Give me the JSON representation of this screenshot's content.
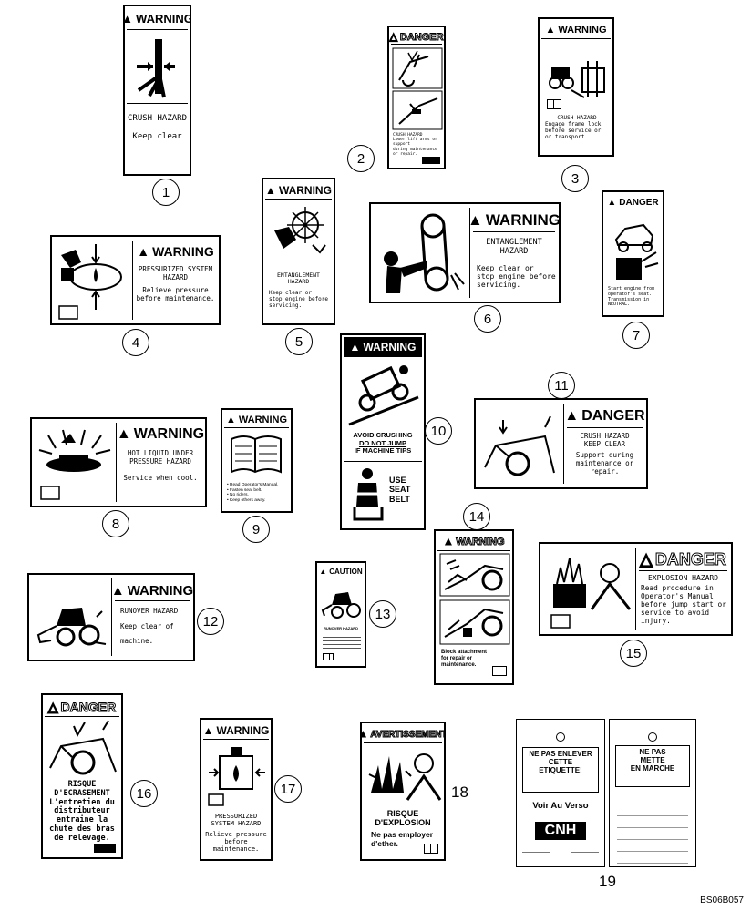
{
  "figure_code": "BS06B057",
  "icons": {
    "warning": "warning-triangle-icon",
    "book": "manual-book-icon",
    "cnh": "cnh-logo"
  },
  "decals": [
    {
      "num": "1",
      "header": "WARNING",
      "lines": [
        "CRUSH HAZARD",
        "Keep clear"
      ]
    },
    {
      "num": "2",
      "header": "DANGER",
      "lines": [
        "CRUSH HAZARD",
        "Lower lift arms or support",
        "during maintenance or repair."
      ]
    },
    {
      "num": "3",
      "header": "WARNING",
      "lines": [
        "CRUSH HAZARD",
        "Engage frame lock",
        "before service or",
        "or transport."
      ]
    },
    {
      "num": "4",
      "header": "WARNING",
      "lines": [
        "PRESSURIZED SYSTEM",
        "HAZARD",
        "Relieve pressure",
        "before maintenance."
      ]
    },
    {
      "num": "5",
      "header": "WARNING",
      "lines": [
        "ENTANGLEMENT",
        "HAZARD",
        "Keep clear or",
        "stop engine before",
        "servicing."
      ]
    },
    {
      "num": "6",
      "header": "WARNING",
      "lines": [
        "ENTANGLEMENT",
        "HAZARD",
        "Keep clear or",
        "stop engine before",
        "servicing."
      ]
    },
    {
      "num": "7",
      "header": "DANGER",
      "lines": [
        "Start engine from",
        "operator's seat.",
        "Transmission in",
        "NEUTRAL."
      ]
    },
    {
      "num": "8",
      "header": "WARNING",
      "lines": [
        "HOT LIQUID UNDER",
        "PRESSURE HAZARD",
        "Service when cool."
      ]
    },
    {
      "num": "9",
      "header": "WARNING",
      "lines": [
        "• Read Operator's Manual.",
        "• Fasten seat belt.",
        "• No riders.",
        "• Keep others away."
      ]
    },
    {
      "num": "10",
      "header": "WARNING",
      "lines": [
        "AVOID CRUSHING",
        "DO NOT JUMP",
        "IF MACHINE TIPS",
        "USE",
        "SEAT",
        "BELT"
      ]
    },
    {
      "num": "11",
      "header": "DANGER",
      "lines": [
        "CRUSH HAZARD",
        "KEEP CLEAR",
        "Support during",
        "maintenance or",
        "repair."
      ]
    },
    {
      "num": "12",
      "header": "WARNING",
      "lines": [
        "RUNOVER HAZARD",
        "Keep clear of",
        "machine."
      ]
    },
    {
      "num": "13",
      "header": "CAUTION",
      "lines": [
        "RUNOVER HAZARD"
      ]
    },
    {
      "num": "14",
      "header": "WARNING",
      "lines": [
        "Block attachment",
        "for repair or",
        "maintenance."
      ]
    },
    {
      "num": "15",
      "header": "DANGER",
      "lines": [
        "EXPLOSION HAZARD",
        "Read procedure in",
        "Operator's Manual",
        "before jump start or",
        "service to avoid",
        "injury."
      ]
    },
    {
      "num": "16",
      "header": "DANGER",
      "lines": [
        "RISQUE",
        "D'ECRASEMENT",
        "L'entretien du",
        "distributeur",
        "entraine la",
        "chute des bras",
        "de relevage."
      ]
    },
    {
      "num": "17",
      "header": "WARNING",
      "lines": [
        "PRESSURIZED",
        "SYSTEM HAZARD",
        "Relieve pressure",
        "before maintenance."
      ]
    },
    {
      "num": "18",
      "header": "AVERTISSEMENT",
      "lines": [
        "RISQUE",
        "D'EXPLOSION",
        "Ne pas employer",
        "d'ether."
      ]
    },
    {
      "num": "19",
      "tag_left": [
        "NE PAS ENLEVER",
        "CETTE",
        "ETIQUETTE!"
      ],
      "tag_left_sub": "Voir Au Verso",
      "tag_left_logo": "CNH",
      "tag_right": [
        "NE PAS",
        "METTE",
        "EN MARCHE"
      ]
    }
  ]
}
